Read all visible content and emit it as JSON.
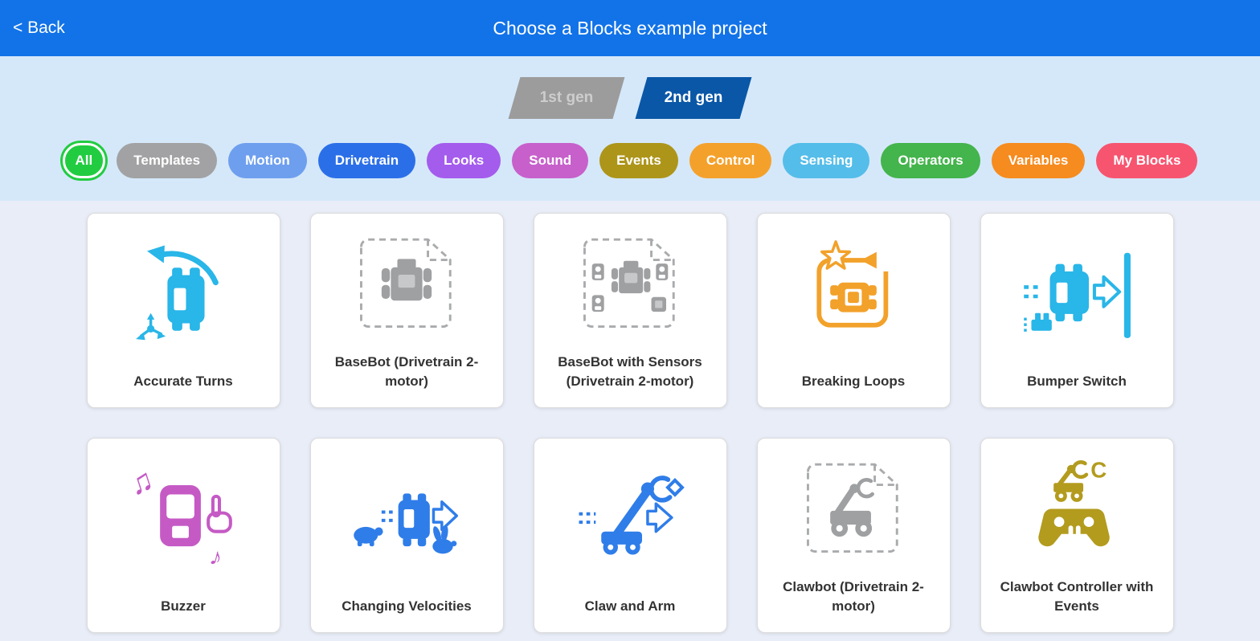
{
  "colors": {
    "header_bar": "#1273e8",
    "filter_section_bg": "#d5e8fa",
    "content_bg": "#e9edf7",
    "card_bg": "#ffffff"
  },
  "header": {
    "back_label": "< Back",
    "title": "Choose a Blocks example project"
  },
  "tabs": [
    {
      "label": "1st gen",
      "active": false,
      "bg": "#9c9c9c",
      "text_color": "#cdcdcd"
    },
    {
      "label": "2nd gen",
      "active": true,
      "bg": "#0a57a7",
      "text_color": "#ffffff"
    }
  ],
  "filters": [
    {
      "label": "All",
      "color": "#22cc41"
    },
    {
      "label": "Templates",
      "color": "#a2a2a4"
    },
    {
      "label": "Motion",
      "color": "#6e9fee"
    },
    {
      "label": "Drivetrain",
      "color": "#2b6fe8"
    },
    {
      "label": "Looks",
      "color": "#a45ced"
    },
    {
      "label": "Sound",
      "color": "#c760cb"
    },
    {
      "label": "Events",
      "color": "#ad951a"
    },
    {
      "label": "Control",
      "color": "#f4a12c"
    },
    {
      "label": "Sensing",
      "color": "#55bde9"
    },
    {
      "label": "Operators",
      "color": "#44b44c"
    },
    {
      "label": "Variables",
      "color": "#f68b1f"
    },
    {
      "label": "My Blocks",
      "color": "#f75470"
    }
  ],
  "cards": [
    {
      "title": "Accurate Turns",
      "icon": "accurate-turns-icon"
    },
    {
      "title": "BaseBot (Drivetrain 2-motor)",
      "icon": "basebot-icon"
    },
    {
      "title": "BaseBot with Sensors (Drivetrain 2-motor)",
      "icon": "basebot-with-sensors-icon"
    },
    {
      "title": "Breaking Loops",
      "icon": "breaking-loops-icon"
    },
    {
      "title": "Bumper Switch",
      "icon": "bumper-switch-icon"
    },
    {
      "title": "Buzzer",
      "icon": "buzzer-icon"
    },
    {
      "title": "Changing Velocities",
      "icon": "changing-velocities-icon"
    },
    {
      "title": "Claw and Arm",
      "icon": "claw-and-arm-icon"
    },
    {
      "title": "Clawbot (Drivetrain 2-motor)",
      "icon": "clawbot-icon"
    },
    {
      "title": "Clawbot Controller with Events",
      "icon": "clawbot-controller-icon"
    }
  ]
}
